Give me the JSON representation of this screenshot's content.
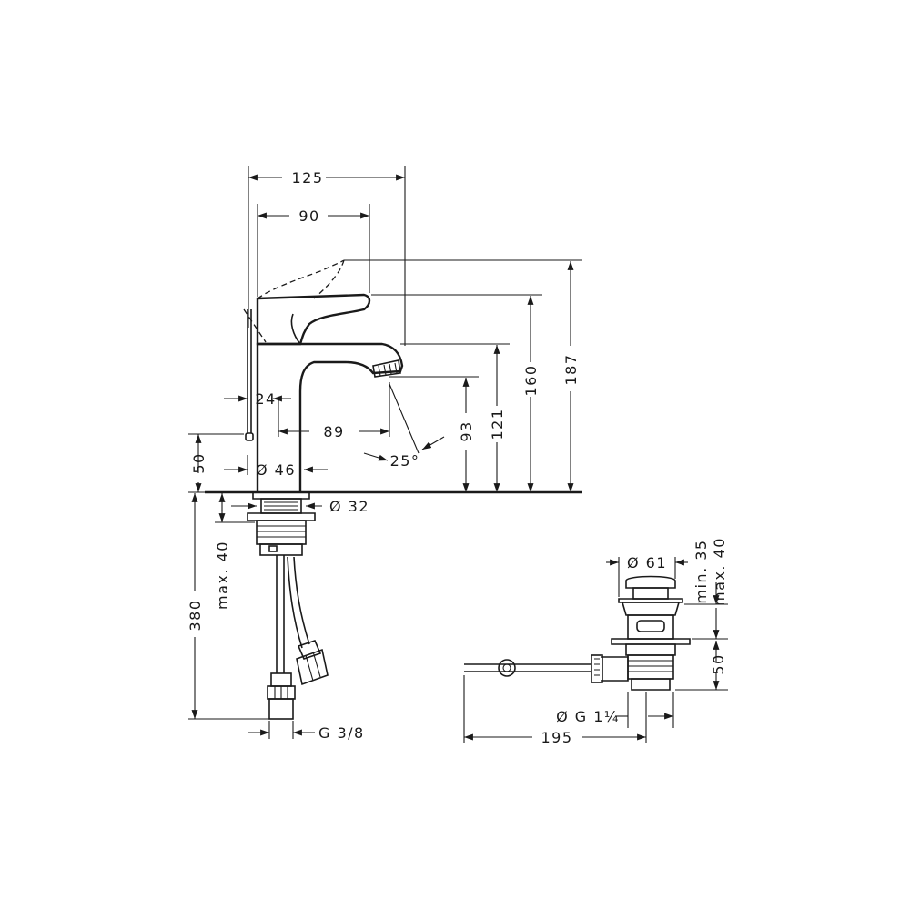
{
  "dims": {
    "width_125": "125",
    "width_90": "90",
    "h_187": "187",
    "h_160": "160",
    "h_121": "121",
    "h_93": "93",
    "d_24": "24",
    "d_89": "89",
    "angle_25": "25°",
    "h_50": "50",
    "dia_46": "Ø 46",
    "dia_32": "Ø 32",
    "max_40": "max. 40",
    "h_380": "380",
    "g_3_8": "G 3/8",
    "dia_61": "Ø 61",
    "min_35": "min. 35",
    "max_40_waste": "max. 40",
    "h_50_waste": "50",
    "g_1_1_4": "Ø G 1¼",
    "len_195": "195"
  }
}
